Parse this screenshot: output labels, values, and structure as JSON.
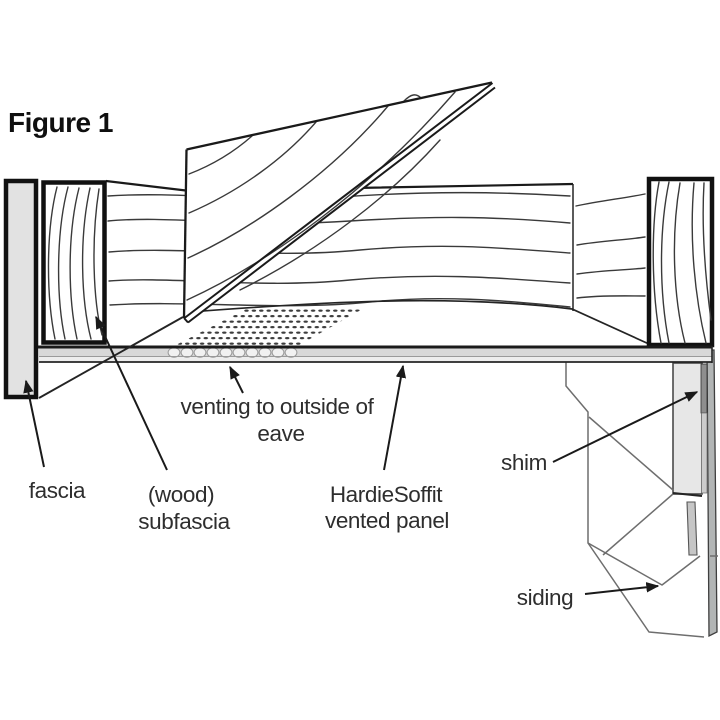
{
  "figure_label": "Figure 1",
  "callouts": {
    "fascia": "fascia",
    "subfascia": [
      "(wood)",
      "subfascia"
    ],
    "venting": [
      "venting to outside of",
      "eave"
    ],
    "panel": [
      "HardieSoffit",
      "vented panel"
    ],
    "shim": "shim",
    "siding": "siding"
  },
  "colors": {
    "outline": "#1a1a1a",
    "grain": "#3a3a3a",
    "fascia_fill": "#e2e2e2",
    "soffit_band_top": "#d8d8d8",
    "soffit_band_bottom": "#ededed",
    "wall_fill": "#e7e7e7",
    "shim_fill": "#8e8e8e",
    "shim_lower_fill": "#cccccc",
    "siding_edge_fill": "#b2b5b5",
    "siding_edge2_fill": "#c6c6c6",
    "vent_dot": "#3d3d3d",
    "scallop_fill": "#f1f1f1"
  }
}
